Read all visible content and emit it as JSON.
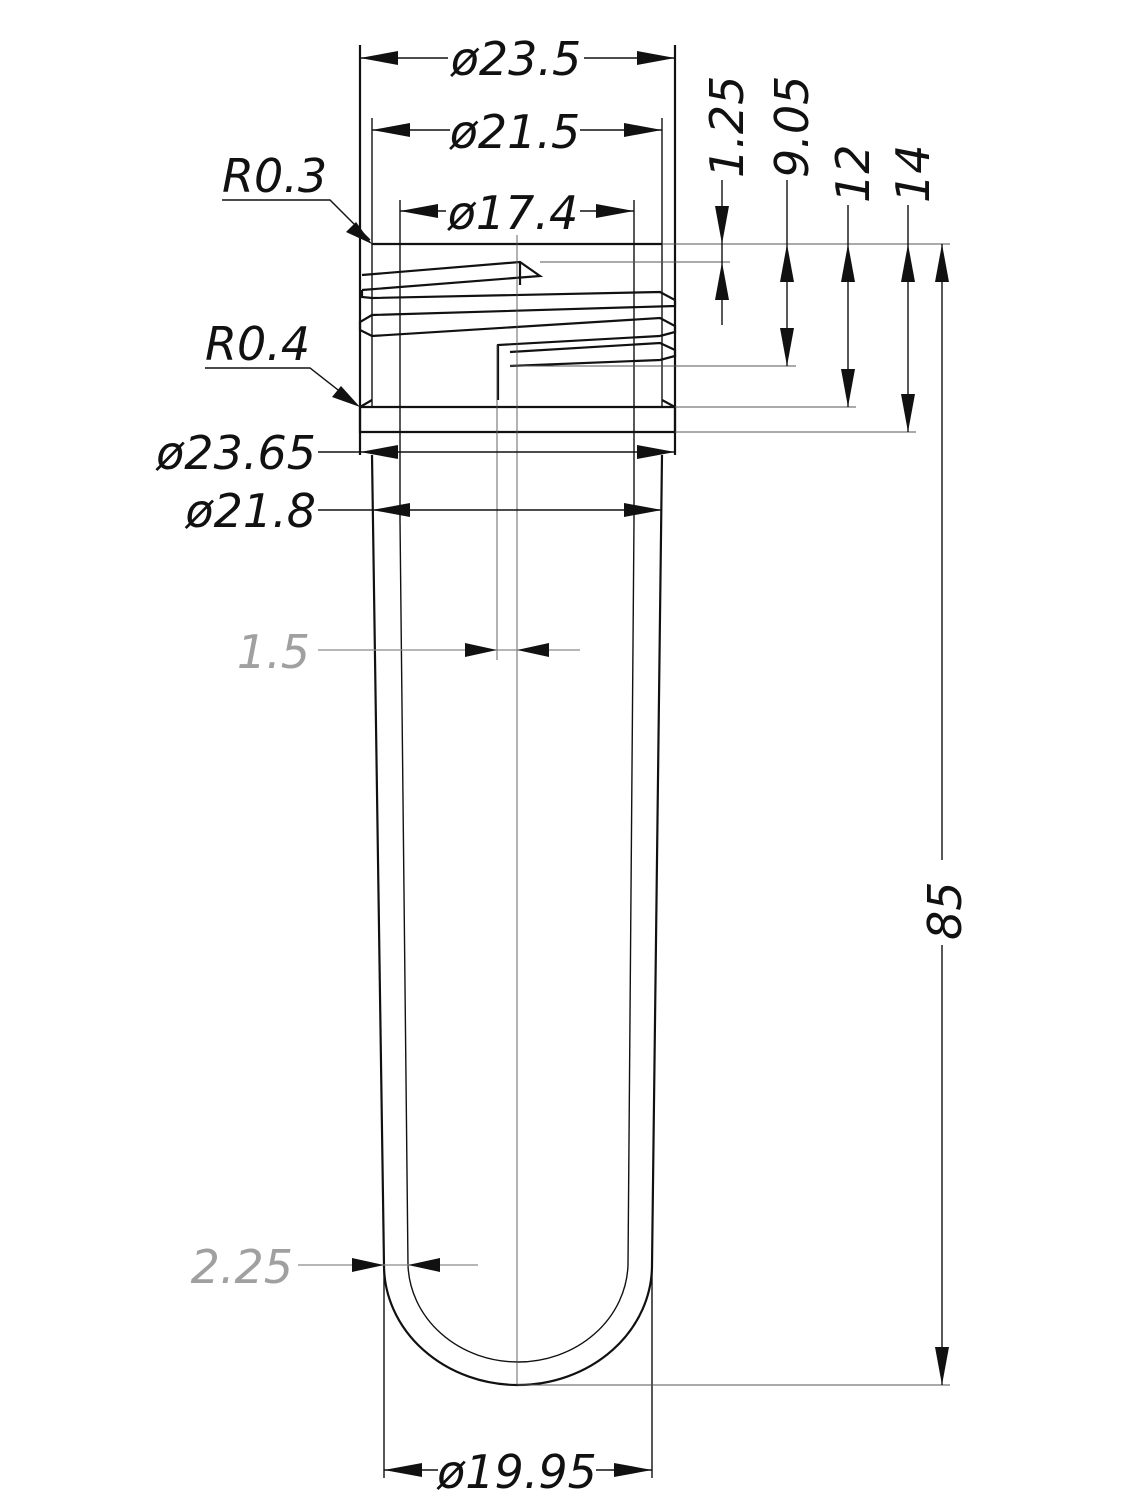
{
  "drawing": {
    "outer_thread_diameter": "ø23.5",
    "root_thread_diameter": "ø21.5",
    "bore_diameter": "ø17.4",
    "radius_top": "R0.3",
    "radius_ring": "R0.4",
    "support_ring_diameter": "ø23.65",
    "body_diameter": "ø21.8",
    "wall_thickness_label": "1.5",
    "bottom_wall_label": "2.25",
    "base_diameter": "ø19.95",
    "h_thread_start": "1.25",
    "h_thread_end": "9.05",
    "h_ring_top": "12",
    "h_ring_bottom": "14",
    "total_length": "85"
  }
}
